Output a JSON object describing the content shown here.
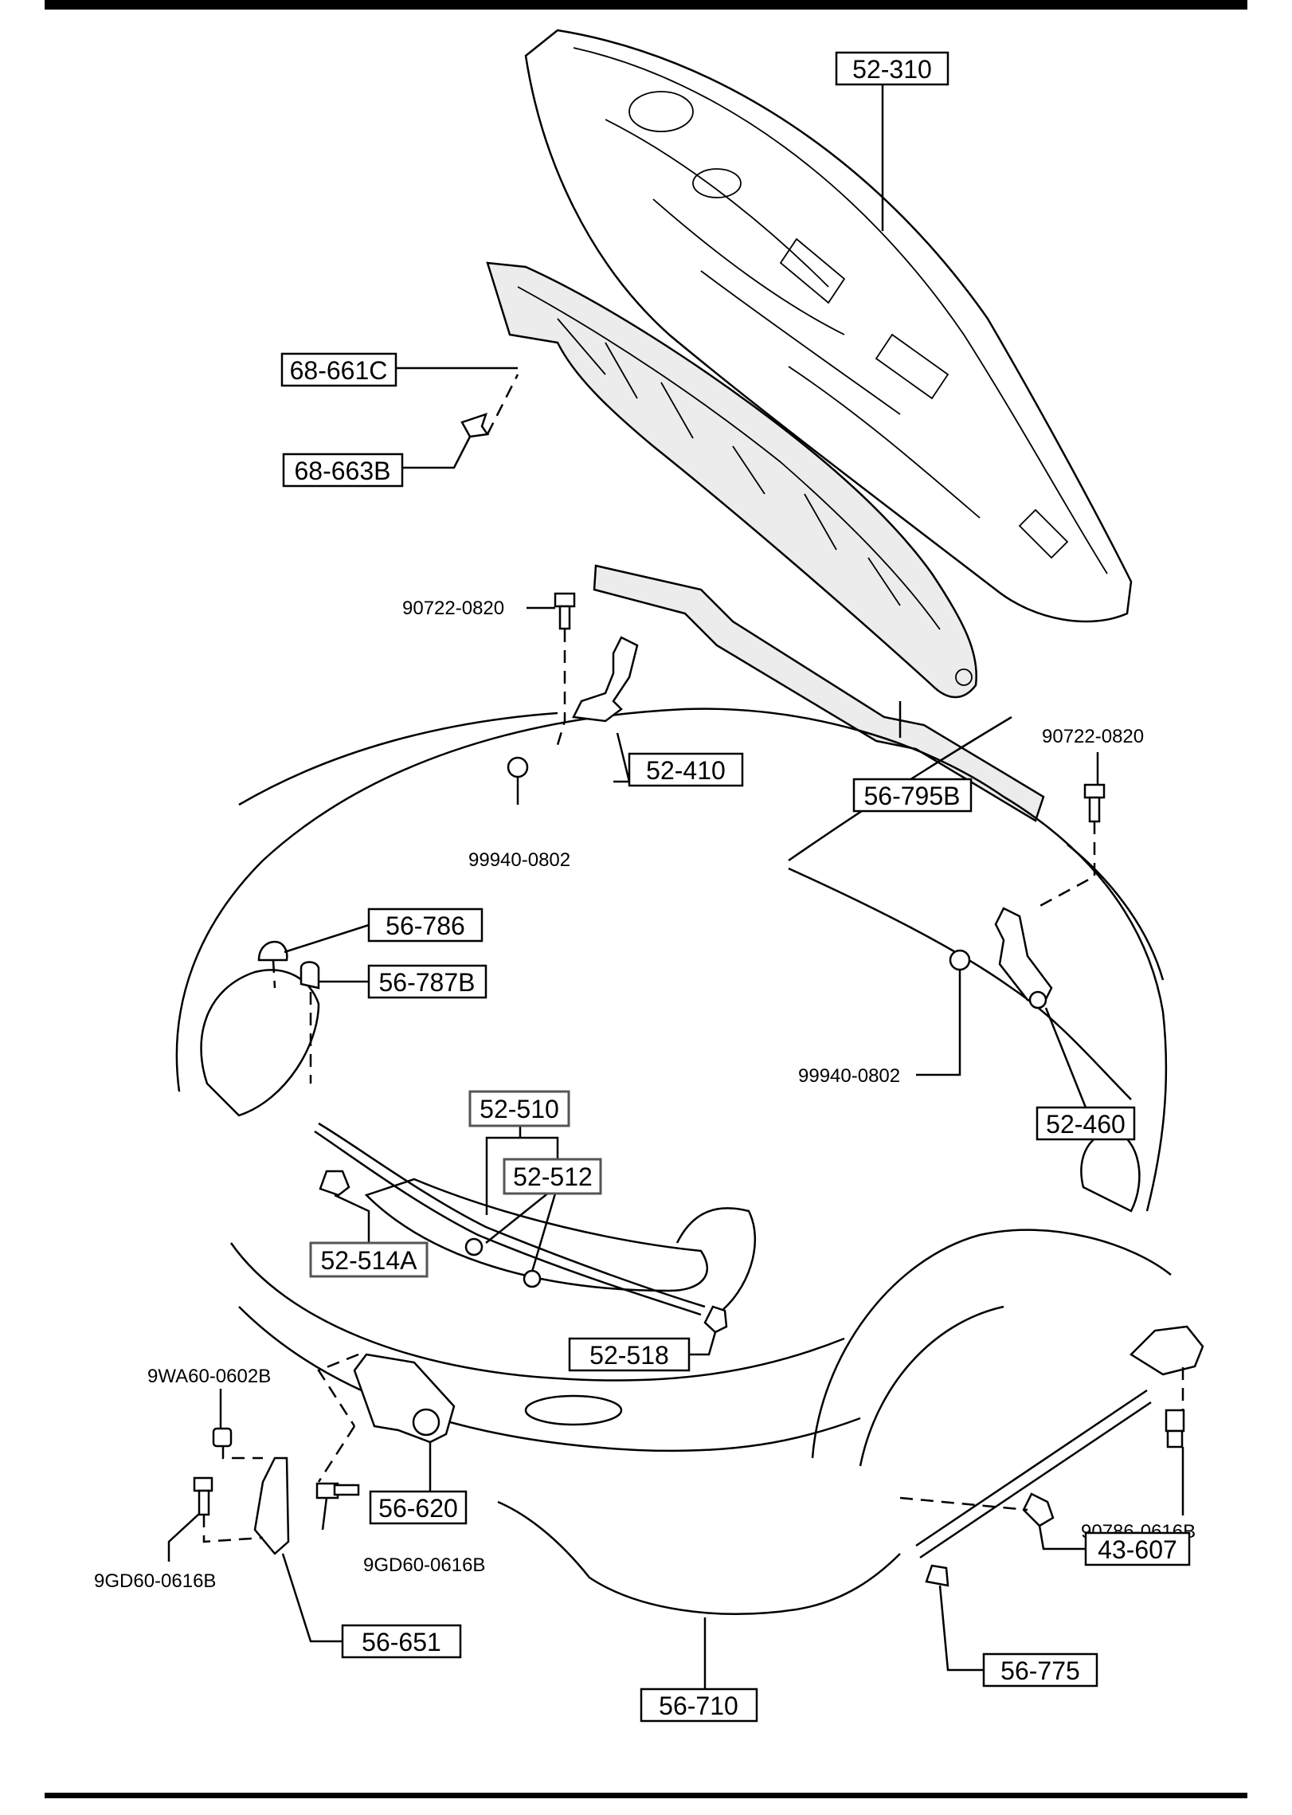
{
  "diagram": {
    "labels": {
      "l52_310": "52-310",
      "l68_661C": "68-661C",
      "l68_663B": "68-663B",
      "l90722_a": "90722-0820",
      "l52_410": "52-410",
      "l56_795B": "56-795B",
      "l90722_b": "90722-0820",
      "l99940_a": "99940-0802",
      "l56_786": "56-786",
      "l56_787B": "56-787B",
      "l99940_b": "99940-0802",
      "l52_460": "52-460",
      "l52_510": "52-510",
      "l52_512": "52-512",
      "l52_514A": "52-514A",
      "l52_518": "52-518",
      "l9WA60": "9WA60-0602B",
      "l90786": "90786-0616B",
      "l56_620": "56-620",
      "l9GD60_a": "9GD60-0616B",
      "l9GD60_b": "9GD60-0616B",
      "l43_607": "43-607",
      "l56_651": "56-651",
      "l56_775": "56-775",
      "l56_710": "56-710"
    }
  }
}
